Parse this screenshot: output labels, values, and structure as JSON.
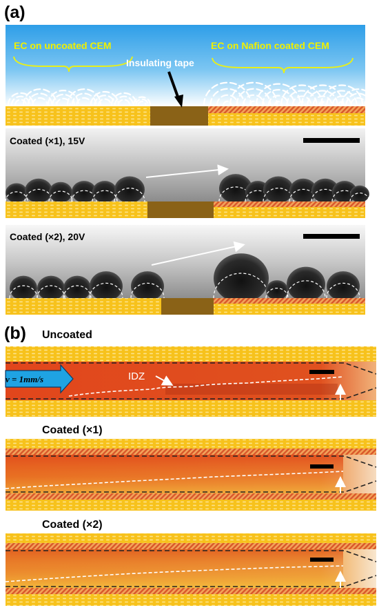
{
  "panel_a": {
    "label": "(a)",
    "schematic": {
      "left_label": "EC on uncoated CEM",
      "right_label": "EC on Nafion coated CEM",
      "tape_label": "Insulating tape"
    },
    "frame1": {
      "label": "Coated (×1), 15V"
    },
    "frame2": {
      "label": "Coated (×2), 20V"
    }
  },
  "panel_b": {
    "label": "(b)",
    "uncoated": {
      "title": "Uncoated",
      "velocity": "v = 1mm/s",
      "idz": "IDZ"
    },
    "coated1": {
      "title": "Coated (×1)"
    },
    "coated2": {
      "title": "Coated (×2)"
    }
  },
  "colors": {
    "membrane_yellow": "#f7c21c",
    "membrane_dots": "#fde48a",
    "coated_stripe": "#e26a2c",
    "tape_brown": "#8a6217",
    "sky_blue": "#2e9ee8",
    "label_yellow": "#f0f000",
    "arrow_blue": "#1fa3e3"
  }
}
